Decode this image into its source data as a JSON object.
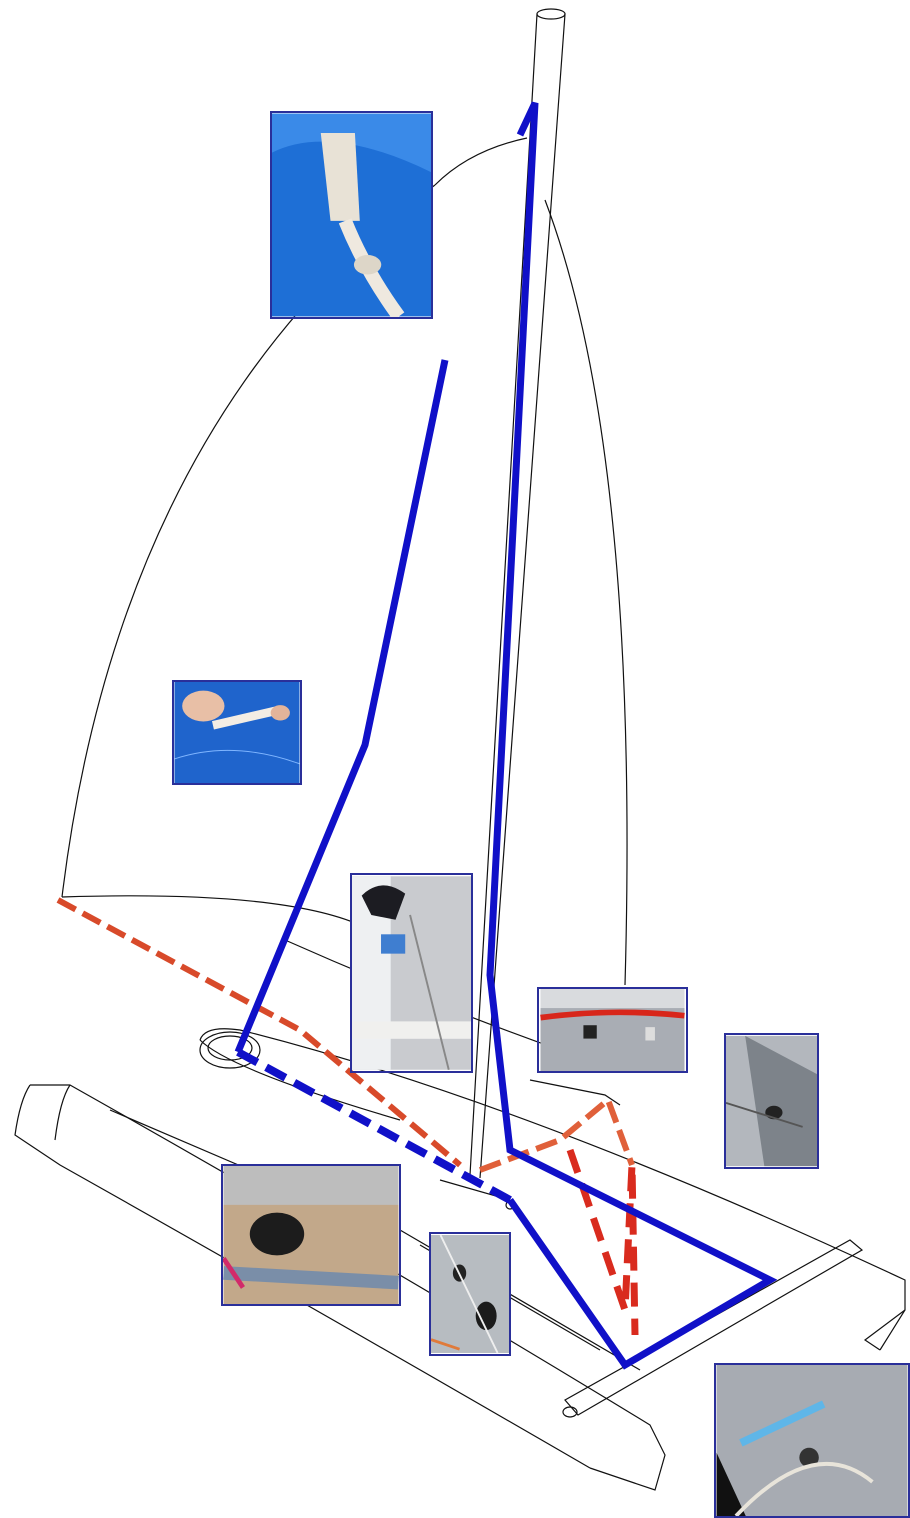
{
  "diagram": {
    "subject": "catamaran-rigging-line-routing",
    "colors": {
      "halyard_line": "#1010c8",
      "control_line": "#d92b1e",
      "outline": "#111111",
      "inset_border": "#2a2f9a",
      "background": "#ffffff"
    },
    "line_types": [
      {
        "id": "blue-solid",
        "color": "#1010c8",
        "style": "solid"
      },
      {
        "id": "blue-dashed",
        "color": "#1010c8",
        "style": "dashed"
      },
      {
        "id": "red-dashed",
        "color": "#d92b1e",
        "style": "dashed"
      },
      {
        "id": "orange-dashed",
        "color": "#e0603a",
        "style": "dashed"
      }
    ],
    "insets": [
      {
        "id": "sail-head-knot",
        "icon": "rope-knot-photo"
      },
      {
        "id": "sail-tack-tie",
        "icon": "hand-tying-photo"
      },
      {
        "id": "mast-cleat",
        "icon": "cleat-photo"
      },
      {
        "id": "boom-red-line",
        "icon": "red-line-photo"
      },
      {
        "id": "hull-block",
        "icon": "block-photo"
      },
      {
        "id": "deck-pulley",
        "icon": "pulley-photo"
      },
      {
        "id": "tramp-eyelet",
        "icon": "eyelet-photo"
      },
      {
        "id": "blue-rope-cleat",
        "icon": "blue-rope-photo"
      }
    ]
  }
}
